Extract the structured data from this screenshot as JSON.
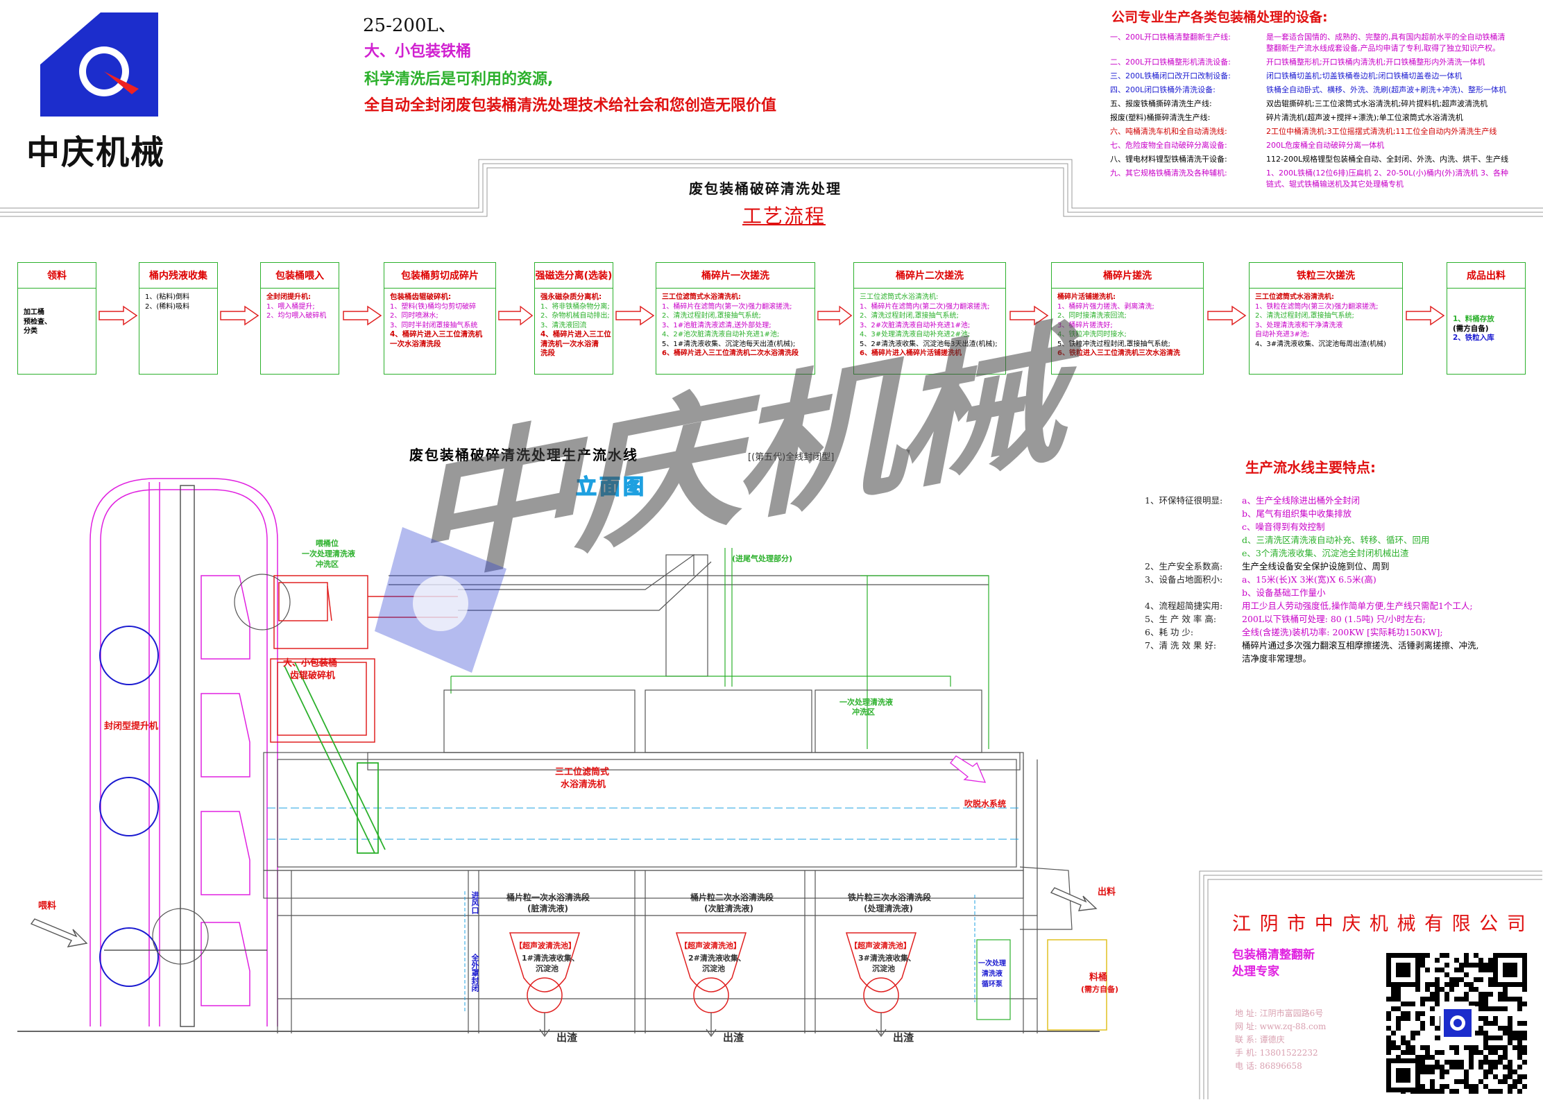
{
  "header": {
    "brand_name": "中庆机械",
    "slogan_size": "25-200L、",
    "slogan_1": "大、小包装铁桶",
    "slogan_2": "科学清洗后是可利用的资源,",
    "slogan_3": "全自动全封闭废包装桶清洗处理技术给社会和您创造无限价值"
  },
  "company_list": {
    "title": "公司专业生产各类包装桶处理的设备:",
    "rows": [
      {
        "left": "一、200L开口铁桶清整翻新生产线:",
        "right": "是一套适合国情的、成熟的、完整的,具有国内超前水平的全自动铁桶清整翻新生产流水线成套设备,产品均申请了专利,取得了独立知识产权。",
        "color": "#c800c8"
      },
      {
        "left": "二、200L开口铁桶整形机清洗设备:",
        "right": "开口铁桶整形机;开口铁桶内清洗机;开口铁桶整形内外清洗一体机",
        "color": "#c800c8"
      },
      {
        "left": "三、200L铁桶闭口改开口改制设备:",
        "right": "闭口铁桶切盖机;切盖铁桶卷边机;闭口铁桶切盖卷边一体机",
        "color": "#1a1ad0"
      },
      {
        "left": "四、200L闭口铁桶外清洗设备:",
        "right": "铁桶全自动卧式、横移、外洗、洗刷(超声波+刷洗+冲洗)、整形一体机",
        "color": "#1a1ad0"
      },
      {
        "left": "五、报废铁桶撕碎清洗生产线:",
        "right": "双齿辊撕碎机;三工位滚筒式水浴清洗机;碎片提料机;超声波清洗机",
        "color": "#000000"
      },
      {
        "left": "报废(塑料)桶撕碎清洗生产线:",
        "right": "碎片清洗机(超声波+搅拌+漂洗);单工位滚筒式水浴清洗机",
        "color": "#000000"
      },
      {
        "left": "六、吨桶清洗车机和全自动清洗线:",
        "right": "2工位中桶清洗机;3工位摇摆式清洗机;11工位全自动内外清洗生产线",
        "color": "#d00000"
      },
      {
        "left": "七、危险废物全自动破碎分离设备:",
        "right": "200L危废桶全自动破碎分离一体机",
        "color": "#c800c8"
      },
      {
        "left": "八、锂电材料锂型铁桶清洗干设备:",
        "right": "112-200L规格锂型包装桶全自动、全封闭、外洗、内洗、烘干、生产线",
        "color": "#000000"
      },
      {
        "left": "九、其它规格铁桶清洗及各种辅机:",
        "right": "1、200L铁桶(12位6排)压扁机 2、20-50L(小)桶内(外)清洗机 3、各种链式、辊式铁桶输送机及其它处理桶专机",
        "color": "#c800c8"
      }
    ]
  },
  "process": {
    "heading": "废包装桶破碎清洗处理",
    "subheading": "工艺流程",
    "steps": [
      {
        "title": "领料",
        "lines": [
          {
            "t": "加工桶",
            "c": "#000000",
            "b": true
          },
          {
            "t": "预检查、",
            "c": "#000000",
            "b": true
          },
          {
            "t": "分类",
            "c": "#000000",
            "b": true
          }
        ]
      },
      {
        "title": "桶内残液收集",
        "lines": [
          {
            "t": "1、(粘料)倒料",
            "c": "#000000"
          },
          {
            "t": "2、(稀料)吸料",
            "c": "#000000"
          }
        ]
      },
      {
        "title": "包装桶喂入",
        "lines": [
          {
            "t": "全封闭提升机:",
            "c": "#d00000",
            "b": true
          },
          {
            "t": "1、喂入桶提升;",
            "c": "#c800c8"
          },
          {
            "t": "2、均匀喂入破碎机",
            "c": "#c800c8"
          }
        ]
      },
      {
        "title": "包装桶剪切成碎片",
        "lines": [
          {
            "t": "包装桶齿辊破碎机:",
            "c": "#d00000",
            "b": true
          },
          {
            "t": "1、塑料(铁)桶均匀剪切破碎",
            "c": "#c800c8"
          },
          {
            "t": "2、同时喷淋水;",
            "c": "#c800c8"
          },
          {
            "t": "3、同时半封闭罩接抽气系统",
            "c": "#c800c8"
          },
          {
            "t": "4、桶碎片进入三工位清洗机",
            "c": "#d00000",
            "b": true
          },
          {
            "t": "一次水浴清洗段",
            "c": "#d00000",
            "b": true
          }
        ]
      },
      {
        "title": "强磁选分离(选装)",
        "lines": [
          {
            "t": "强永磁杂质分离机:",
            "c": "#d00000",
            "b": true
          },
          {
            "t": "1、将非铁桶杂物分离;",
            "c": "#2bb02b"
          },
          {
            "t": "2、杂物机械自动排出;",
            "c": "#2bb02b"
          },
          {
            "t": "3、清洗液回流",
            "c": "#2bb02b"
          },
          {
            "t": "4、桶碎片进入三工位",
            "c": "#d00000",
            "b": true
          },
          {
            "t": "清洗机一次水浴清",
            "c": "#d00000",
            "b": true
          },
          {
            "t": "洗段",
            "c": "#d00000",
            "b": true
          }
        ]
      },
      {
        "title": "桶碎片一次搓洗",
        "lines": [
          {
            "t": "三工位滤筒式水浴清洗机:",
            "c": "#d00000",
            "b": true
          },
          {
            "t": "1、桶碎片在滤筒内(第一次)强力翻滚搓洗;",
            "c": "#c800c8"
          },
          {
            "t": "2、清洗过程封闭,罩接抽气系统;",
            "c": "#2bb02b"
          },
          {
            "t": "3、1#池脏清洗液滤清,送外部处理;",
            "c": "#c800c8"
          },
          {
            "t": "4、2#池次脏清洗液自动补充进1#池;",
            "c": "#2bb02b"
          },
          {
            "t": "5、1#清洗液收集、沉淀池每天出渣(机械);",
            "c": "#000000"
          },
          {
            "t": "6、桶碎片进入三工位清洗机二次水浴清洗段",
            "c": "#d00000",
            "b": true
          }
        ]
      },
      {
        "title": "桶碎片二次搓洗",
        "lines": [
          {
            "t": "三工位滤筒式水浴清洗机:",
            "c": "#2bb02b"
          },
          {
            "t": "1、桶碎片在滤筒内(第二次)强力翻滚搓洗;",
            "c": "#c800c8"
          },
          {
            "t": "2、清洗过程封闭,罩接抽气系统;",
            "c": "#2bb02b"
          },
          {
            "t": "3、2#次脏清洗液自动补充进1#池;",
            "c": "#c800c8"
          },
          {
            "t": "4、3#处理清洗液自动补充进2#池;",
            "c": "#2bb02b"
          },
          {
            "t": "5、2#清洗液收集、沉淀池每3天出渣(机械);",
            "c": "#000000"
          },
          {
            "t": "6、桶碎片进入桶碎片活铺搓洗机",
            "c": "#d00000",
            "b": true
          }
        ]
      },
      {
        "title": "桶碎片搓洗",
        "lines": [
          {
            "t": "桶碎片活铺搓洗机:",
            "c": "#d00000",
            "b": true
          },
          {
            "t": "1、桶碎片强力搓洗、剥离清洗;",
            "c": "#c800c8"
          },
          {
            "t": "2、同时接清洗液回流;",
            "c": "#2bb02b"
          },
          {
            "t": "3、桶碎片搓洗好;",
            "c": "#c800c8"
          },
          {
            "t": "4、铁粒冲洗同时接水;",
            "c": "#2bb02b"
          },
          {
            "t": "5、铁粒冲洗过程封闭,罩接抽气系统;",
            "c": "#000000"
          },
          {
            "t": "6、铁粒进入三工位清洗机三次水浴清洗",
            "c": "#d00000",
            "b": true
          }
        ]
      },
      {
        "title": "铁粒三次搓洗",
        "lines": [
          {
            "t": "三工位滤筒式水浴清洗机:",
            "c": "#d00000",
            "b": true
          },
          {
            "t": "1、铁粒在滤筒内(第三次)强力翻滚搓洗;",
            "c": "#c800c8"
          },
          {
            "t": "2、清洗过程封闭,罩接抽气系统;",
            "c": "#2bb02b"
          },
          {
            "t": "3、处理清洗液和干净清洗液",
            "c": "#c800c8"
          },
          {
            "t": "自动补充进3#池;",
            "c": "#c800c8"
          },
          {
            "t": "4、3#清洗液收集、沉淀池每周出渣(机械)",
            "c": "#000000"
          }
        ]
      },
      {
        "title": "成品出料",
        "lines": [
          {
            "t": "1、料桶存放",
            "c": "#2bb02b",
            "b": true
          },
          {
            "t": "(需方自备)",
            "c": "#000000",
            "b": true
          },
          {
            "t": "2、铁粒入库",
            "c": "#1a1ad0",
            "b": true
          }
        ]
      }
    ]
  },
  "line": {
    "title": "废包装桶破碎清洗处理生产流水线",
    "title_note": "[(第五代)全线封闭型]",
    "view_label": "立面图",
    "labels": {
      "feed_pos": "喂桶位",
      "feed_note_1": "一次处理清洗液",
      "feed_note_2": "冲洗区",
      "crusher_1": "大、小包装桶",
      "crusher_2": "齿辊破碎机",
      "lifter": "封闭型提升机",
      "feed_in": "喂料",
      "exhaust": "(进尾气处理部分)",
      "washer_1": "三工位滤筒式",
      "washer_2": "水浴清洗机",
      "rinse_zone_1": "一次处理清洗液",
      "rinse_zone_2": "冲洗区",
      "blow": "吹脱水系统",
      "out": "出料",
      "material_bin": "料桶",
      "material_bin_note": "(需方自备)",
      "stage1_a": "桶片粒一次水浴清洗段",
      "stage1_b": "(脏清洗液)",
      "stage2_a": "桶片粒二次水浴清洗段",
      "stage2_b": "(次脏清洗液)",
      "stage3_a": "铁片粒三次水浴清洗段",
      "stage3_b": "(处理清洗液)",
      "ultra": "【超声波清洗池】",
      "tank1_a": "1#清洗液收集、",
      "tank1_b": "沉淀池",
      "tank2_a": "2#清洗液收集、",
      "tank2_b": "沉淀池",
      "tank3_a": "3#清洗液收集、",
      "tank3_b": "沉淀池",
      "slag": "出渣",
      "inlet": "进风口",
      "outer_seal": "全外罩封闭",
      "pump_1": "一次处理",
      "pump_2": "清洗液",
      "pump_3": "循环泵"
    }
  },
  "features": {
    "title": "生产流水线主要特点:",
    "lines": [
      {
        "k": "1、环保特征很明显:",
        "v": "a、生产全线除进出桶外全封闭",
        "vc": "#c800c8"
      },
      {
        "k": "",
        "v": "b、尾气有组织集中收集排放",
        "vc": "#c800c8"
      },
      {
        "k": "",
        "v": "c、噪音得到有效控制",
        "vc": "#c800c8"
      },
      {
        "k": "",
        "v": "d、三清洗区清洗液自动补充、转移、循环、回用",
        "vc": "#2bb02b"
      },
      {
        "k": "",
        "v": "e、3个清洗液收集、沉淀池全封闭机械出渣",
        "vc": "#2bb02b"
      },
      {
        "k": "2、生产安全系数高:",
        "v": "生产全线设备安全保护设施到位、周到",
        "vc": "#000000"
      },
      {
        "k": "3、设备占地面积小:",
        "v": "a、15米(长)X 3米(宽)X 6.5米(高)",
        "vc": "#c800c8"
      },
      {
        "k": "",
        "v": "b、设备基础工作量小",
        "vc": "#c800c8"
      },
      {
        "k": "4、流程超简捷实用:",
        "v": "用工少且人劳动强度低,操作简单方便,生产线只需配1个工人;",
        "vc": "#c800c8"
      },
      {
        "k": "5、生 产 效 率 高:",
        "v": "200L以下铁桶可处理:          80 (1.5吨) 只/小时左右;",
        "vc": "#c800c8"
      },
      {
        "k": "6、耗      功      少:",
        "v": "全线(含搓洗)装机功率:                    200KW [实际耗功150KW];",
        "vc": "#c800c8"
      },
      {
        "k": "7、清 洗 效 果 好:",
        "v": "桶碎片通过多次强力翻滚互相摩擦搓洗、活锤剥离搓擦、冲洗,",
        "vc": "#000000"
      },
      {
        "k": "",
        "v": "洁净度非常理想。",
        "vc": "#000000"
      }
    ]
  },
  "footer": {
    "company": "江 阴 市 中 庆 机 械 有 限 公 司",
    "slogan_1": "包装桶清整翻新",
    "slogan_2": "处理专家",
    "address": "地  址: 江阴市富园路6号",
    "website": "网  址: www.zq-88.com",
    "contact": "联  系: 谭德庆",
    "mobile": "手  机: 13801522232",
    "phone": "电  话: 86896658"
  },
  "watermark": "中庆机械",
  "colors": {
    "red": "#d00000",
    "magenta": "#c800c8",
    "green": "#2bb02b",
    "blue": "#1a1ad0"
  }
}
